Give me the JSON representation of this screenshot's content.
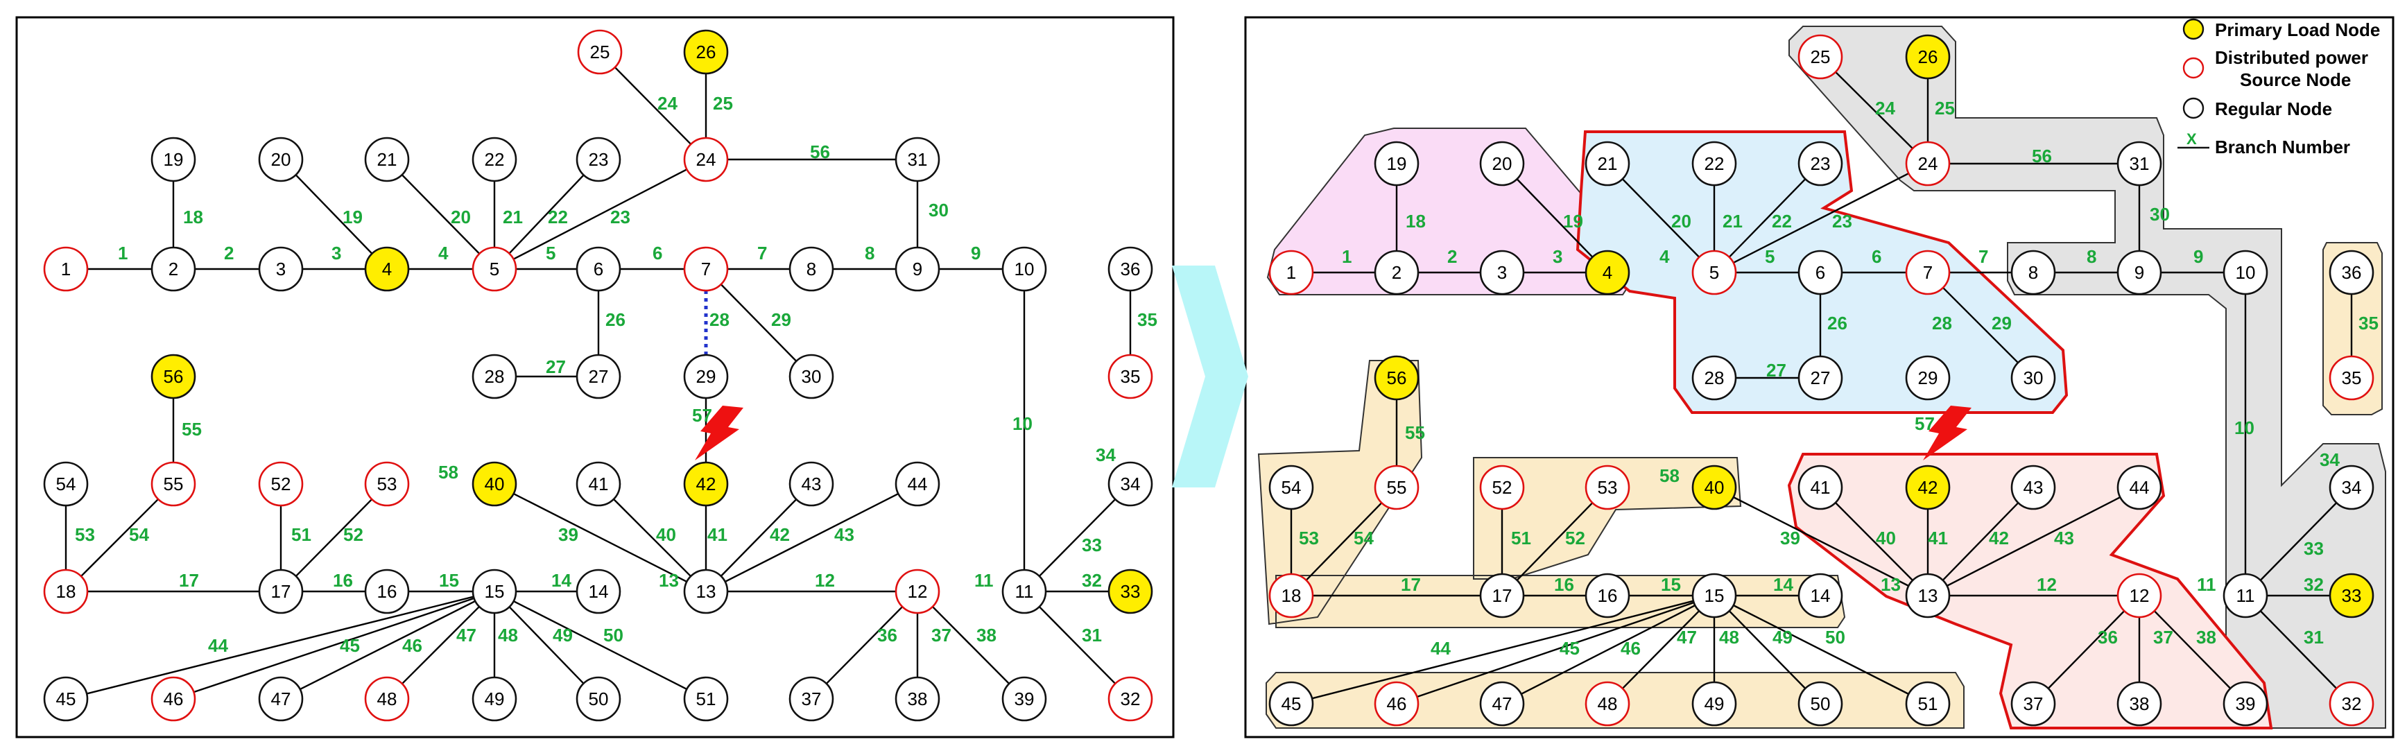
{
  "colors": {
    "primary_fill": "#ffee00",
    "dg_stroke": "#e01010",
    "regular_stroke": "#111111",
    "branch_label": "#1aa83a",
    "open_branch": "#2233cc",
    "fault": "#ee1111",
    "arrow": "#b8f6f8",
    "zone_gray": "#e3e3e3",
    "zone_pink": "#fadcf6",
    "zone_blue": "#dcf0fb",
    "zone_beige": "#fbebc8",
    "zone_red": "#fde8e6",
    "zone_outline_red": "#dd1111"
  },
  "legend": {
    "primary": "Primary Load Node",
    "dg_line1": "Distributed power",
    "dg_line2": "Source Node",
    "regular": "Regular Node",
    "branch_symbol": "X",
    "branch": "Branch Number"
  },
  "icons": {
    "fault": "lightning-fault-icon",
    "arrow": "chevron-right-arrow-icon"
  },
  "left_diagram": {
    "nodes": [
      {
        "id": "1",
        "type": "dg"
      },
      {
        "id": "2",
        "type": "regular"
      },
      {
        "id": "3",
        "type": "regular"
      },
      {
        "id": "4",
        "type": "primary"
      },
      {
        "id": "5",
        "type": "dg"
      },
      {
        "id": "6",
        "type": "regular"
      },
      {
        "id": "7",
        "type": "dg"
      },
      {
        "id": "8",
        "type": "regular"
      },
      {
        "id": "9",
        "type": "regular"
      },
      {
        "id": "10",
        "type": "regular"
      },
      {
        "id": "36",
        "type": "regular"
      },
      {
        "id": "19",
        "type": "regular"
      },
      {
        "id": "20",
        "type": "regular"
      },
      {
        "id": "21",
        "type": "regular"
      },
      {
        "id": "22",
        "type": "regular"
      },
      {
        "id": "23",
        "type": "regular"
      },
      {
        "id": "24",
        "type": "dg"
      },
      {
        "id": "31",
        "type": "regular"
      },
      {
        "id": "25",
        "type": "dg"
      },
      {
        "id": "26",
        "type": "primary"
      },
      {
        "id": "28",
        "type": "regular"
      },
      {
        "id": "27",
        "type": "regular"
      },
      {
        "id": "29",
        "type": "regular"
      },
      {
        "id": "30",
        "type": "regular"
      },
      {
        "id": "35",
        "type": "dg"
      },
      {
        "id": "56",
        "type": "primary"
      },
      {
        "id": "55",
        "type": "dg"
      },
      {
        "id": "54",
        "type": "regular"
      },
      {
        "id": "52",
        "type": "dg"
      },
      {
        "id": "53",
        "type": "dg"
      },
      {
        "id": "40",
        "type": "primary"
      },
      {
        "id": "41",
        "type": "regular"
      },
      {
        "id": "42",
        "type": "primary"
      },
      {
        "id": "43",
        "type": "regular"
      },
      {
        "id": "44",
        "type": "regular"
      },
      {
        "id": "34",
        "type": "regular"
      },
      {
        "id": "18",
        "type": "dg"
      },
      {
        "id": "17",
        "type": "regular"
      },
      {
        "id": "16",
        "type": "regular"
      },
      {
        "id": "15",
        "type": "regular"
      },
      {
        "id": "14",
        "type": "regular"
      },
      {
        "id": "13",
        "type": "regular"
      },
      {
        "id": "12",
        "type": "dg"
      },
      {
        "id": "11",
        "type": "regular"
      },
      {
        "id": "33",
        "type": "primary"
      },
      {
        "id": "45",
        "type": "regular"
      },
      {
        "id": "46",
        "type": "dg"
      },
      {
        "id": "47",
        "type": "regular"
      },
      {
        "id": "48",
        "type": "dg"
      },
      {
        "id": "49",
        "type": "regular"
      },
      {
        "id": "50",
        "type": "regular"
      },
      {
        "id": "51",
        "type": "regular"
      },
      {
        "id": "37",
        "type": "regular"
      },
      {
        "id": "38",
        "type": "regular"
      },
      {
        "id": "39",
        "type": "regular"
      },
      {
        "id": "32",
        "type": "dg"
      }
    ],
    "edges": [
      {
        "from": "1",
        "to": "2",
        "label": "1"
      },
      {
        "from": "2",
        "to": "3",
        "label": "2"
      },
      {
        "from": "3",
        "to": "4",
        "label": "3"
      },
      {
        "from": "4",
        "to": "5",
        "label": "4"
      },
      {
        "from": "5",
        "to": "6",
        "label": "5"
      },
      {
        "from": "6",
        "to": "7",
        "label": "6"
      },
      {
        "from": "7",
        "to": "8",
        "label": "7"
      },
      {
        "from": "8",
        "to": "9",
        "label": "8"
      },
      {
        "from": "9",
        "to": "10",
        "label": "9"
      },
      {
        "from": "2",
        "to": "19",
        "label": "18"
      },
      {
        "from": "4",
        "to": "20",
        "label": "19"
      },
      {
        "from": "5",
        "to": "21",
        "label": "20"
      },
      {
        "from": "5",
        "to": "22",
        "label": "21"
      },
      {
        "from": "5",
        "to": "23",
        "label": "22"
      },
      {
        "from": "5",
        "to": "24",
        "label": "23"
      },
      {
        "from": "24",
        "to": "25",
        "label": "24"
      },
      {
        "from": "24",
        "to": "26",
        "label": "25"
      },
      {
        "from": "24",
        "to": "31",
        "label": "56"
      },
      {
        "from": "31",
        "to": "9",
        "label": "30"
      },
      {
        "from": "6",
        "to": "27",
        "label": "26"
      },
      {
        "from": "27",
        "to": "28",
        "label": "27"
      },
      {
        "from": "7",
        "to": "29",
        "label": "28",
        "open": true
      },
      {
        "from": "7",
        "to": "30",
        "label": "29"
      },
      {
        "from": "36",
        "to": "35",
        "label": "35"
      },
      {
        "from": "56",
        "to": "55",
        "label": "55"
      },
      {
        "from": "55",
        "to": "18",
        "label": "54"
      },
      {
        "from": "54",
        "to": "18",
        "label": "53"
      },
      {
        "from": "18",
        "to": "17",
        "label": "17"
      },
      {
        "from": "17",
        "to": "52",
        "label": "51"
      },
      {
        "from": "17",
        "to": "53",
        "label": "52"
      },
      {
        "from": "17",
        "to": "16",
        "label": "16"
      },
      {
        "from": "16",
        "to": "15",
        "label": "15"
      },
      {
        "from": "15",
        "to": "14",
        "label": "14"
      },
      {
        "from": "15",
        "to": "45",
        "label": "44"
      },
      {
        "from": "15",
        "to": "46",
        "label": "45"
      },
      {
        "from": "15",
        "to": "47",
        "label": "46"
      },
      {
        "from": "15",
        "to": "48",
        "label": "47"
      },
      {
        "from": "15",
        "to": "49",
        "label": "48"
      },
      {
        "from": "15",
        "to": "50",
        "label": "49"
      },
      {
        "from": "15",
        "to": "51",
        "label": "50"
      },
      {
        "from": "40",
        "to": "13",
        "label": "39"
      },
      {
        "from": "41",
        "to": "13",
        "label": "40"
      },
      {
        "from": "42",
        "to": "13",
        "label": "41"
      },
      {
        "from": "43",
        "to": "13",
        "label": "42"
      },
      {
        "from": "44",
        "to": "13",
        "label": "43"
      },
      {
        "from": "13",
        "to": "12",
        "label": "12"
      },
      {
        "from": "12",
        "to": "37",
        "label": "36"
      },
      {
        "from": "12",
        "to": "38",
        "label": "37"
      },
      {
        "from": "12",
        "to": "39",
        "label": "38"
      },
      {
        "from": "10",
        "to": "11",
        "label": "10"
      },
      {
        "from": "11",
        "to": "34",
        "label": "33"
      },
      {
        "from": "11",
        "to": "33",
        "label": "32"
      },
      {
        "from": "11",
        "to": "32",
        "label": "31"
      },
      {
        "from": "29",
        "to": "42",
        "label": "57"
      }
    ],
    "floating_labels": [
      {
        "text": "58",
        "near": "53-40"
      },
      {
        "text": "34",
        "near": "34"
      },
      {
        "text": "13",
        "near": "15-13"
      },
      {
        "text": "11",
        "near": "12-11"
      }
    ],
    "fault_location": "29-42"
  },
  "right_diagram": {
    "zones": [
      {
        "name": "zone-gray",
        "color": "gray"
      },
      {
        "name": "zone-pink",
        "color": "pink"
      },
      {
        "name": "zone-blue",
        "color": "blue"
      },
      {
        "name": "zone-beige-36",
        "color": "beige"
      },
      {
        "name": "zone-beige-upper",
        "color": "beige"
      },
      {
        "name": "zone-beige-lower",
        "color": "beige"
      },
      {
        "name": "zone-red",
        "color": "red"
      }
    ],
    "edges_removed": [
      "4-5",
      "12-11",
      "15-13",
      "53-40",
      "29-42",
      "7-29"
    ],
    "floating_labels": [
      {
        "text": "4"
      },
      {
        "text": "11"
      },
      {
        "text": "13"
      },
      {
        "text": "58"
      },
      {
        "text": "39"
      },
      {
        "text": "34"
      },
      {
        "text": "57"
      },
      {
        "text": "28"
      }
    ]
  }
}
